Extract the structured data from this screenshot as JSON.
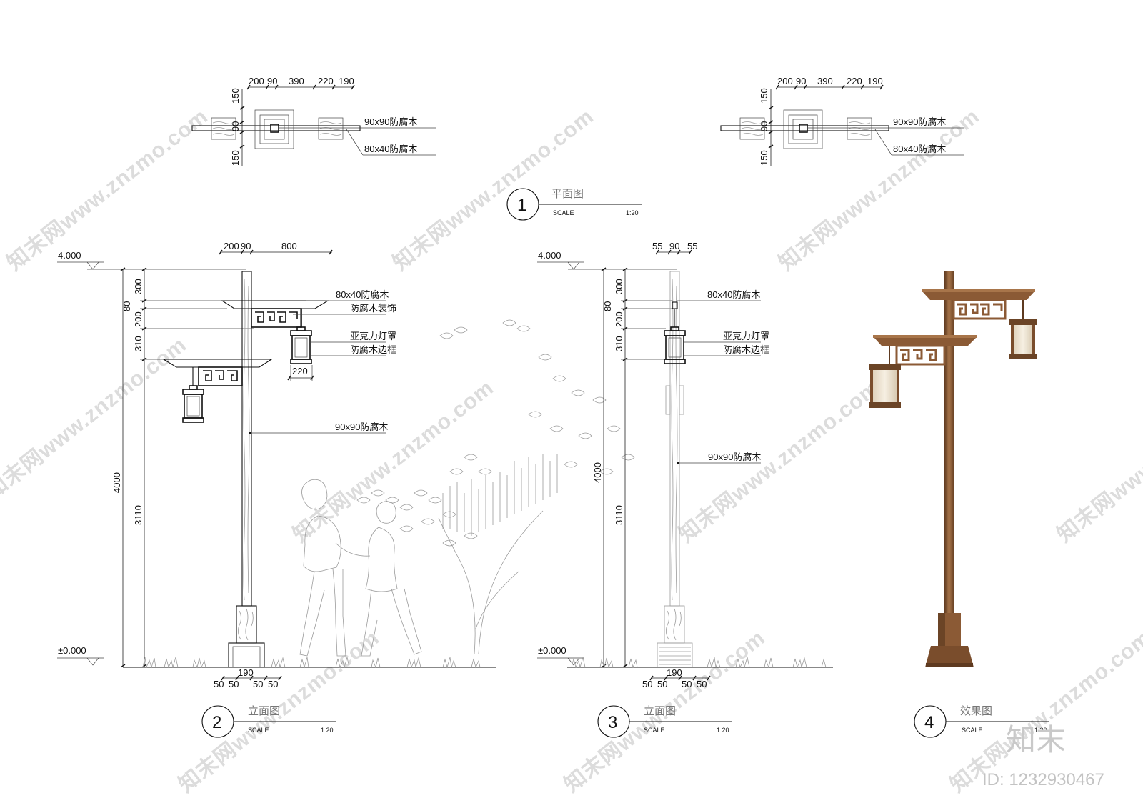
{
  "watermark": {
    "text": "知末网www.znzmo.com",
    "brand": "知末",
    "id": "ID: 1232930467"
  },
  "plan": {
    "top_dims": [
      "200",
      "90",
      "390",
      "220",
      "190"
    ],
    "side_dims": [
      "150",
      "90",
      "150"
    ],
    "notes": [
      "90x90防腐木",
      "80x40防腐木"
    ]
  },
  "views": [
    {
      "num": "1",
      "name": "平面图",
      "scale_label": "SCALE",
      "scale": "1:20"
    },
    {
      "num": "2",
      "name": "立面图",
      "scale_label": "SCALE",
      "scale": "1:20"
    },
    {
      "num": "3",
      "name": "立面图",
      "scale_label": "SCALE",
      "scale": "1:20"
    },
    {
      "num": "4",
      "name": "效果图",
      "scale_label": "SCALE",
      "scale": "1:20"
    }
  ],
  "elevation_front": {
    "level_top": "4.000",
    "level_ground": "±0.000",
    "top_dims": [
      "200",
      "90",
      "800"
    ],
    "left_dims": [
      "300",
      "80",
      "200",
      "310",
      "3110"
    ],
    "overall": "4000",
    "lantern_width": "220",
    "base_total": "190",
    "base_dims": [
      "50",
      "50",
      "50",
      "50"
    ],
    "notes": [
      "80x40防腐木",
      "防腐木装饰",
      "亚克力灯罩",
      "防腐木边框",
      "90x90防腐木"
    ]
  },
  "elevation_side": {
    "level_top": "4.000",
    "level_ground": "±0.000",
    "top_dims": [
      "55",
      "90",
      "55"
    ],
    "left_dims": [
      "300",
      "80",
      "200",
      "310",
      "3110"
    ],
    "overall": "4000",
    "base_total": "190",
    "base_dims": [
      "50",
      "50",
      "50",
      "50"
    ],
    "notes": [
      "80x40防腐木",
      "亚克力灯罩",
      "防腐木边框",
      "90x90防腐木"
    ]
  },
  "colors": {
    "wood": "#8b5a35",
    "wood_light": "#a8754a",
    "wood_dark": "#5e3a20",
    "lantern_shade": "#efe4d0",
    "ink": "#111111"
  }
}
